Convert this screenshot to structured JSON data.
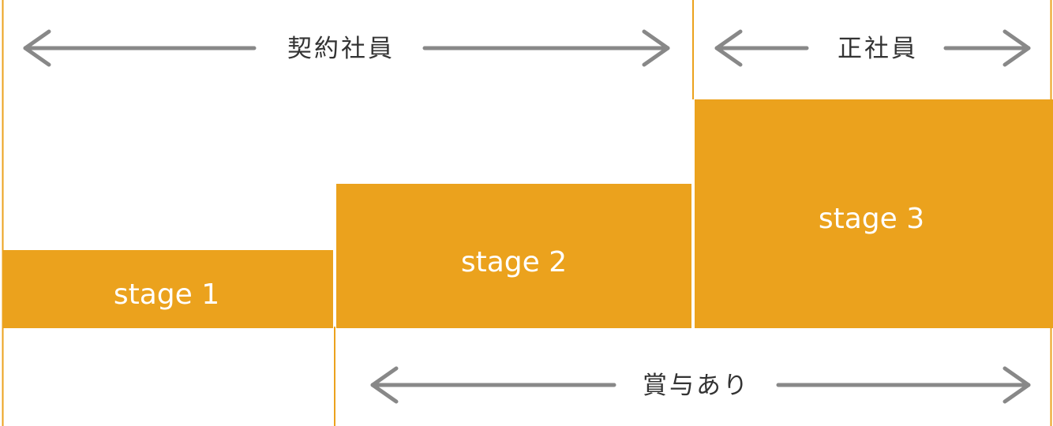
{
  "colors": {
    "accent": "#eba21d",
    "arrow": "#888888",
    "text": "#333333",
    "stage_text": "#ffffff"
  },
  "spans": {
    "contract": {
      "label": "契約社員"
    },
    "regular": {
      "label": "正社員"
    },
    "bonus": {
      "label": "賞与あり"
    }
  },
  "stages": [
    {
      "label": "stage 1",
      "level": 1
    },
    {
      "label": "stage 2",
      "level": 2
    },
    {
      "label": "stage 3",
      "level": 3
    }
  ]
}
